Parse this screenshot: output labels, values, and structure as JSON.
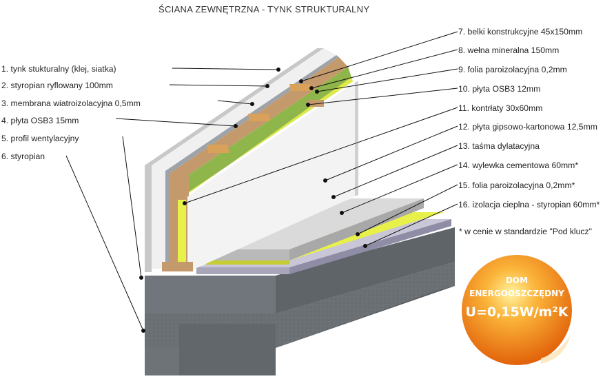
{
  "title": "ŚCIANA ZEWNĘTRZNA - TYNK STRUKTURALNY",
  "labels_left": [
    {
      "text": "1. tynk stukturalny (klej, siatka)"
    },
    {
      "text": "2. styropian ryflowany 100mm"
    },
    {
      "text": "3. membrana wiatroizolacyjna 0,5mm"
    },
    {
      "text": "4. płyta OSB3 15mm"
    },
    {
      "text": "5. profil wentylacyjny"
    },
    {
      "text": "6. styropian"
    }
  ],
  "labels_right": [
    {
      "text": "7. belki konstrukcyjne 45x150mm"
    },
    {
      "text": "8. wełna mineralna 150mm"
    },
    {
      "text": "9. folia paroizolacyjna 0,2mm"
    },
    {
      "text": "10. płyta OSB3 12mm"
    },
    {
      "text": "11. kontrłaty 30x60mm"
    },
    {
      "text": "12. płyta gipsowo-kartonowa 12,5mm"
    },
    {
      "text": "13. taśma dylatacyjna"
    },
    {
      "text": "14. wylewka cementowa 60mm*"
    },
    {
      "text": "15. folia paroizolacyjna 0,2mm*"
    },
    {
      "text": "16. izolacja cieplna - styropian 60mm*"
    }
  ],
  "note": "* w cenie w standardzie \"Pod klucz\"",
  "badge": {
    "line1": "DOM",
    "line2": "ENERGOOSZCZĘDNY",
    "line3": "U=0,15W/m²K"
  },
  "colors": {
    "insulation_green": "#8fb64a",
    "foil_yellow": "#e8f04a",
    "osb_brown": "#c49a6c",
    "concrete": "#6e7378",
    "badge_orange": "#f08a1a"
  }
}
